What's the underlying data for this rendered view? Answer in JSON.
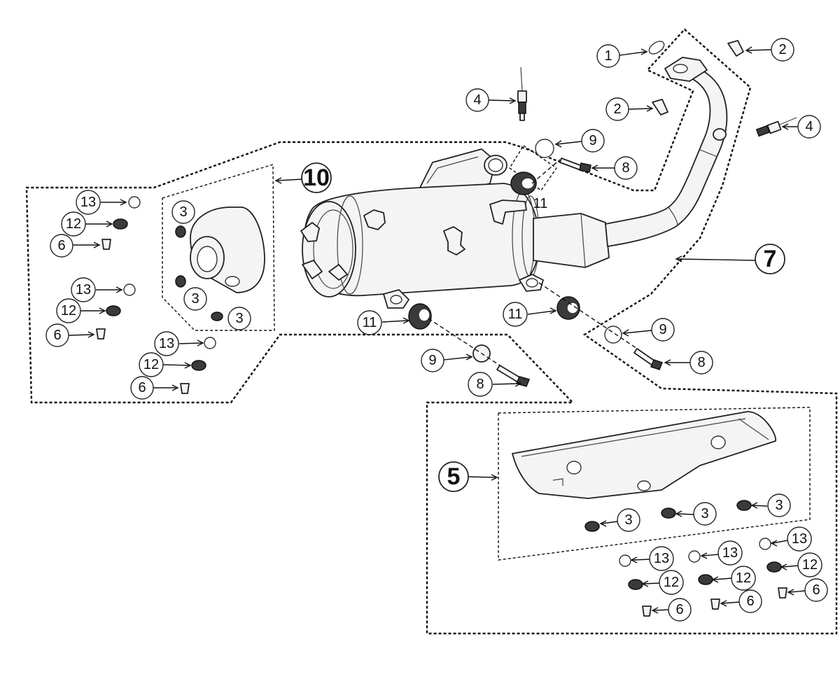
{
  "callouts": {
    "c1": "1",
    "c2a": "2",
    "c2b": "2",
    "c4a": "4",
    "c4b": "4",
    "c9a": "9",
    "c8a": "8",
    "c10": "10",
    "c7": "7",
    "c11a": "11",
    "c11b": "11",
    "c11c": "11",
    "c9b": "9",
    "c8b": "8",
    "c9c": "9",
    "c8c": "8",
    "c13a": "13",
    "c12a": "12",
    "c6a": "6",
    "c13b": "13",
    "c12b": "12",
    "c6b": "6",
    "c13c": "13",
    "c12c": "12",
    "c6c": "6",
    "c3a": "3",
    "c3b": "3",
    "c3c": "3",
    "c5": "5",
    "c3d": "3",
    "c3e": "3",
    "c3f": "3",
    "c13d": "13",
    "c13e": "13",
    "c13f": "13",
    "c12d": "12",
    "c12e": "12",
    "c12f": "12",
    "c6d": "6",
    "c6e": "6",
    "c6f": "6"
  },
  "colors": {
    "line": "#111111",
    "part_fill": "#f4f4f4",
    "dark_part": "#3a3a3a",
    "background": "#ffffff"
  }
}
